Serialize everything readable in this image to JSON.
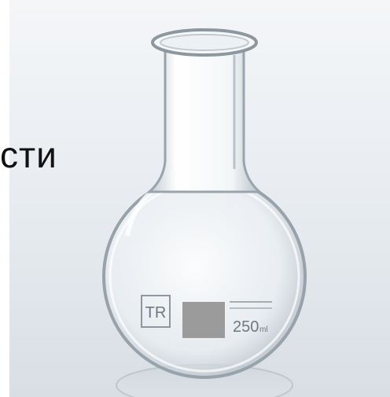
{
  "caption": {
    "text": "сти"
  },
  "flask": {
    "logo_text": "TR",
    "volume_text": "250",
    "volume_unit": "ml"
  },
  "colors": {
    "background": "#e9edf1",
    "glass_edge": "#9aa4ad",
    "label_square": "#9b9b9b"
  }
}
